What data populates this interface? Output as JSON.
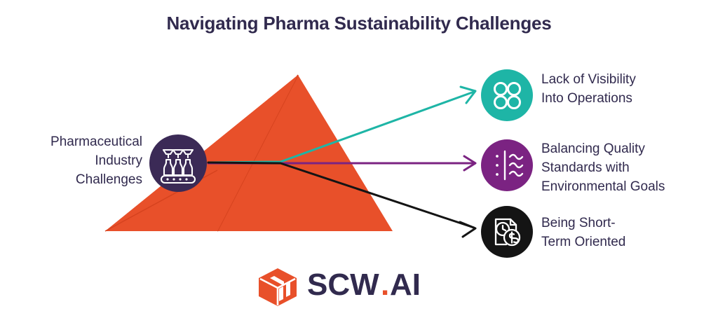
{
  "title": "Navigating Pharma Sustainability Challenges",
  "source": {
    "label_lines": [
      "Pharmaceutical",
      "Industry",
      "Challenges"
    ],
    "icon": "bottling-line-icon",
    "circle_color": "#3B2A56"
  },
  "center_shape": {
    "name": "orange-pyramid",
    "color": "#E8502A",
    "shade_color": "#D6431F"
  },
  "challenges": [
    {
      "lines": [
        "Lack of Visibility",
        "Into Operations"
      ],
      "icon": "four-circles-icon",
      "circle_color": "#1EB5A6",
      "arrow_color": "#1EB5A6"
    },
    {
      "lines": [
        "Balancing Quality",
        "Standards with",
        "Environmental Goals"
      ],
      "icon": "filter-membrane-icon",
      "circle_color": "#7B2382",
      "arrow_color": "#7B2382"
    },
    {
      "lines": [
        "Being Short-",
        "Term Oriented"
      ],
      "icon": "document-clock-money-icon",
      "circle_color": "#141414",
      "arrow_color": "#141414"
    }
  ],
  "logo": {
    "mark": "scwai-box-icon",
    "text_primary": "SCW",
    "text_dot": ".",
    "text_secondary": "AI",
    "mark_color": "#E8502A",
    "text_color": "#312A4E",
    "dot_color": "#E8502A"
  },
  "text_color": "#312A4E"
}
